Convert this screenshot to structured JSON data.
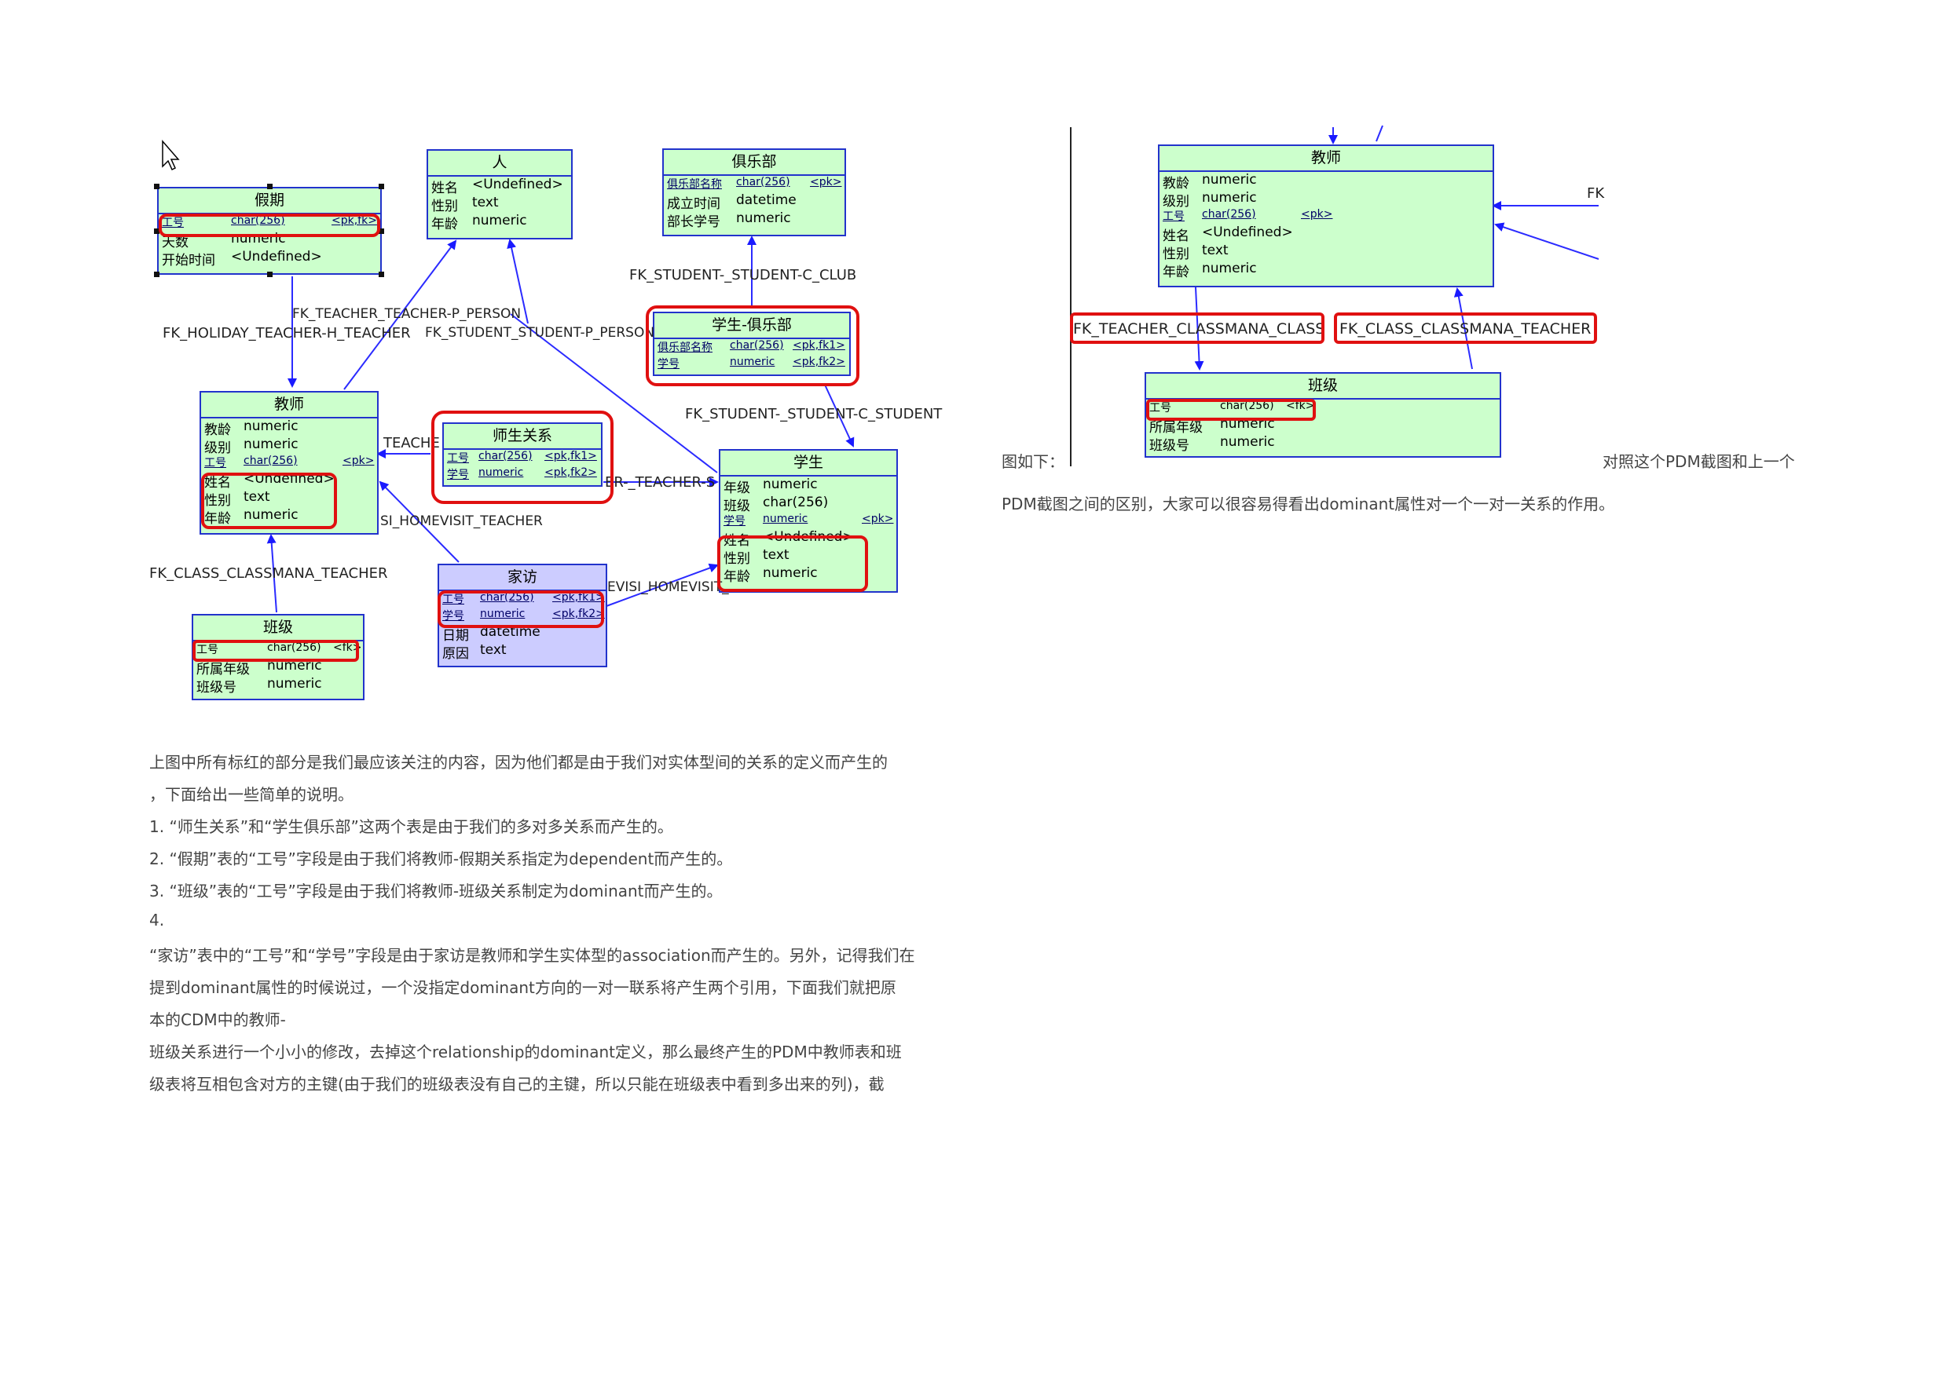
{
  "left_diagram": {
    "tables": {
      "holiday": {
        "title": "假期",
        "rows": [
          [
            "工号",
            "char(256)",
            "<pk,fk>"
          ],
          [
            "天数",
            "numeric",
            ""
          ],
          [
            "开始时间",
            "<Undefined>",
            ""
          ]
        ]
      },
      "person": {
        "title": "人",
        "rows": [
          [
            "姓名",
            "<Undefined>",
            ""
          ],
          [
            "性别",
            "text",
            ""
          ],
          [
            "年龄",
            "numeric",
            ""
          ]
        ]
      },
      "club": {
        "title": "俱乐部",
        "rows": [
          [
            "俱乐部名称",
            "char(256)",
            "<pk>"
          ],
          [
            "成立时间",
            "datetime",
            ""
          ],
          [
            "部长学号",
            "numeric",
            ""
          ]
        ]
      },
      "student_club": {
        "title": "学生-俱乐部",
        "rows": [
          [
            "俱乐部名称",
            "char(256)",
            "<pk,fk1>"
          ],
          [
            "学号",
            "numeric",
            "<pk,fk2>"
          ]
        ]
      },
      "teacher": {
        "title": "教师",
        "rows": [
          [
            "教龄",
            "numeric",
            ""
          ],
          [
            "级别",
            "numeric",
            ""
          ],
          [
            "工号",
            "char(256)",
            "<pk>"
          ],
          [
            "姓名",
            "<Undefined>",
            ""
          ],
          [
            "性别",
            "text",
            ""
          ],
          [
            "年龄",
            "numeric",
            ""
          ]
        ]
      },
      "teacher_student": {
        "title": "师生关系",
        "rows": [
          [
            "工号",
            "char(256)",
            "<pk,fk1>"
          ],
          [
            "学号",
            "numeric",
            "<pk,fk2>"
          ]
        ]
      },
      "student": {
        "title": "学生",
        "rows": [
          [
            "年级",
            "numeric",
            ""
          ],
          [
            "班级",
            "char(256)",
            ""
          ],
          [
            "学号",
            "numeric",
            "<pk>"
          ],
          [
            "姓名",
            "<Undefined>",
            ""
          ],
          [
            "性别",
            "text",
            ""
          ],
          [
            "年龄",
            "numeric",
            ""
          ]
        ]
      },
      "home_visit": {
        "title": "家访",
        "rows": [
          [
            "工号",
            "char(256)",
            "<pk,fk1>"
          ],
          [
            "学号",
            "numeric",
            "<pk,fk2>"
          ],
          [
            "日期",
            "datetime",
            ""
          ],
          [
            "原因",
            "text",
            ""
          ]
        ]
      },
      "class": {
        "title": "班级",
        "rows": [
          [
            "工号",
            "char(256)",
            "<fk>"
          ],
          [
            "所属年级",
            "numeric",
            ""
          ],
          [
            "班级号",
            "numeric",
            ""
          ]
        ]
      }
    },
    "labels": {
      "fk_teacher_person": "FK_TEACHER_TEACHER-P_PERSON",
      "fk_holiday_teacher": "FK_HOLIDAY_TEACHER-H_TEACHER",
      "fk_student_person": "FK_STUDENT_STUDENT-P_PERSON",
      "fk_student_club_club": "FK_STUDENT-_STUDENT-C_CLUB",
      "fk_student_club_student": "FK_STUDENT-_STUDENT-C_STUDENT",
      "fk_teache_partial": "TEACHE",
      "fk_er_teacher_partial": "ER-_TEACHER-S",
      "fk_homevisit_teacher_partial": "SI_HOMEVISIT_TEACHER",
      "fk_homevisit_student_partial": "EVISI_HOMEVISIT_",
      "fk_class_teacher": "FK_CLASS_CLASSMANA_TEACHER"
    }
  },
  "right_diagram": {
    "tables": {
      "teacher": {
        "title": "教师",
        "rows": [
          [
            "教龄",
            "numeric",
            ""
          ],
          [
            "级别",
            "numeric",
            ""
          ],
          [
            "工号",
            "char(256)",
            "<pk>"
          ],
          [
            "姓名",
            "<Undefined>",
            ""
          ],
          [
            "性别",
            "text",
            ""
          ],
          [
            "年龄",
            "numeric",
            ""
          ]
        ]
      },
      "class": {
        "title": "班级",
        "rows": [
          [
            "工号",
            "char(256)",
            "<fk>"
          ],
          [
            "所属年级",
            "numeric",
            ""
          ],
          [
            "班级号",
            "numeric",
            ""
          ]
        ]
      }
    },
    "labels": {
      "fk_teacher_class": "FK_TEACHER_CLASSMANA_CLASS",
      "fk_class_teacher": "FK_CLASS_CLASSMANA_TEACHER",
      "fk_cut": "FK"
    }
  },
  "text": {
    "right_caption_left": "图如下：",
    "right_caption_right": "对照这个PDM截图和上一个",
    "right_para2": "PDM截图之间的区别，大家可以很容易得看出dominant属性对一个一对一关系的作用。",
    "p1": "上图中所有标红的部分是我们最应该关注的内容，因为他们都是由于我们对实体型间的关系的定义而产生的",
    "p2": "，下面给出一些简单的说明。",
    "p3": "1. “师生关系”和“学生俱乐部”这两个表是由于我们的多对多关系而产生的。",
    "p4": "2. “假期”表的“工号”字段是由于我们将教师-假期关系指定为dependent而产生的。",
    "p5": "3. “班级”表的“工号”字段是由于我们将教师-班级关系制定为dominant而产生的。",
    "p6": "4.",
    "p7": "“家访”表中的“工号”和“学号”字段是由于家访是教师和学生实体型的association而产生的。另外，记得我们在",
    "p8": "提到dominant属性的时候说过，一个没指定dominant方向的一对一联系将产生两个引用，下面我们就把原",
    "p9": "本的CDM中的教师-",
    "p10": "班级关系进行一个小小的修改，去掉这个relationship的dominant定义，那么最终产生的PDM中教师表和班",
    "p11": "级表将互相包含对方的主键(由于我们的班级表没有自己的主键，所以只能在班级表中看到多出来的列)，截"
  },
  "colors": {
    "table_fill": "#ccffcc",
    "table_fill_alt": "#ccccff",
    "border": "#2233cc",
    "highlight": "#e01010",
    "arrow": "#1a1aff"
  }
}
